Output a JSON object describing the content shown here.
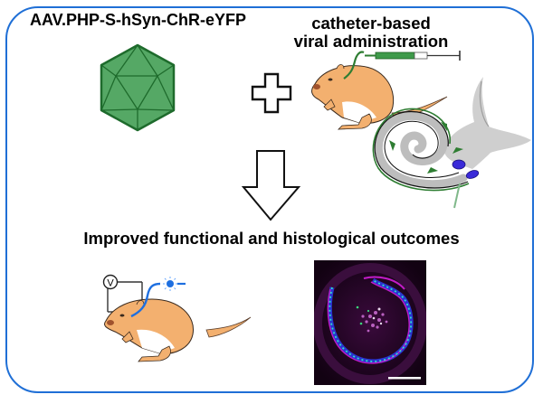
{
  "figure": {
    "vector_label": "AAV.PHP-S-hSyn-ChR-eYFP",
    "administration_label_line1": "catheter-based",
    "administration_label_line2": "viral administration",
    "outcome_label": "Improved functional and histological outcomes",
    "voltmeter_symbol": "V"
  },
  "colors": {
    "frame": "#1f6fd6",
    "capsid_fill": "#4fa35f",
    "capsid_stroke": "#1e6b2c",
    "gerbil_fill": "#f3b06f",
    "catheter": "#2e7d32",
    "optical_fiber": "#1e6fe0",
    "cochlea_grey": "#bdbdbd",
    "spiral_ganglion": "#3a2ad8",
    "micrograph_bg": "#150315",
    "micrograph_magenta": "#c21cc8",
    "micrograph_cyan": "#2fe0c8"
  },
  "icons": [
    "icosahedral-capsid-icon",
    "plus-icon",
    "gerbil-catheter-icon",
    "syringe-icon",
    "cochlea-icon",
    "down-arrow-icon",
    "gerbil-optogenetic-icon",
    "voltmeter-icon",
    "light-source-icon",
    "cochlea-micrograph",
    "scale-bar"
  ]
}
